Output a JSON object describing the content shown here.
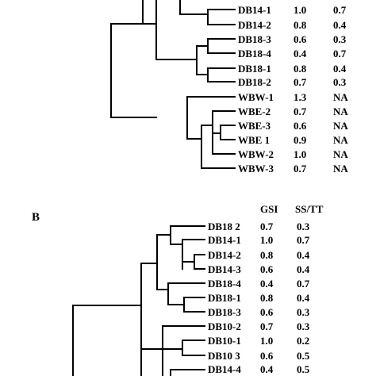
{
  "panel_a": {
    "rows": [
      {
        "label": "DB14-1",
        "gsi": "1.0",
        "ss_tt": "0.7"
      },
      {
        "label": "DB14-2",
        "gsi": "0.8",
        "ss_tt": "0.4"
      },
      {
        "label": "DB18-3",
        "gsi": "0.6",
        "ss_tt": "0.3"
      },
      {
        "label": "DB18-4",
        "gsi": "0.4",
        "ss_tt": "0.7"
      },
      {
        "label": "DB18-1",
        "gsi": "0.8",
        "ss_tt": "0.4"
      },
      {
        "label": "DB18-2",
        "gsi": "0.7",
        "ss_tt": "0.3"
      },
      {
        "label": "WBW-1",
        "gsi": "1.3",
        "ss_tt": "NA"
      },
      {
        "label": "WBE-2",
        "gsi": "0.7",
        "ss_tt": "NA"
      },
      {
        "label": "WBE-3",
        "gsi": "0.6",
        "ss_tt": "NA"
      },
      {
        "label": "WBE 1",
        "gsi": "0.9",
        "ss_tt": "NA"
      },
      {
        "label": "WBW-2",
        "gsi": "1.0",
        "ss_tt": "NA"
      },
      {
        "label": "WBW-3",
        "gsi": "0.7",
        "ss_tt": "NA"
      }
    ]
  },
  "panel_b": {
    "panel_label": "B",
    "header_gsi": "GSI",
    "header_ss_tt": "SS/TT",
    "rows": [
      {
        "label": "DB18 2",
        "gsi": "0.7",
        "ss_tt": "0.3"
      },
      {
        "label": "DB14-1",
        "gsi": "1.0",
        "ss_tt": "0.7"
      },
      {
        "label": "DB14-2",
        "gsi": "0.8",
        "ss_tt": "0.4"
      },
      {
        "label": "DB14-3",
        "gsi": "0.6",
        "ss_tt": "0.4"
      },
      {
        "label": "DB18-4",
        "gsi": "0.4",
        "ss_tt": "0.7"
      },
      {
        "label": "DB18-1",
        "gsi": "0.8",
        "ss_tt": "0.4"
      },
      {
        "label": "DB18-3",
        "gsi": "0.6",
        "ss_tt": "0.3"
      },
      {
        "label": "DB10-2",
        "gsi": "0.7",
        "ss_tt": "0.3"
      },
      {
        "label": "DB10-1",
        "gsi": "1.0",
        "ss_tt": "0.2"
      },
      {
        "label": "DB10 3",
        "gsi": "0.6",
        "ss_tt": "0.5"
      },
      {
        "label": "DB14-4",
        "gsi": "0.4",
        "ss_tt": "0.5"
      }
    ]
  }
}
